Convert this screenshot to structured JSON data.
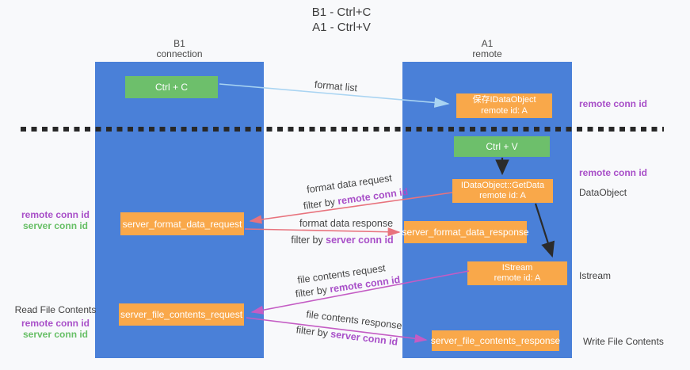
{
  "title": {
    "line1": "B1 - Ctrl+C",
    "line2": "A1 - Ctrl+V"
  },
  "lanes": {
    "b1": {
      "name": "B1",
      "subtitle": "connection"
    },
    "a1": {
      "name": "A1",
      "subtitle": "remote"
    }
  },
  "nodes": {
    "ctrl_c": {
      "label": "Ctrl + C"
    },
    "save_dataobject": {
      "line1": "保存IDataObject",
      "line2": "remote id: A"
    },
    "ctrl_v": {
      "label": "Ctrl + V"
    },
    "getdata": {
      "line1": "IDataObject::GetData",
      "line2": "remote id: A"
    },
    "format_request": {
      "label": "server_format_data_request"
    },
    "format_response": {
      "label": "server_format_data_response"
    },
    "istream": {
      "line1": "IStream",
      "line2": "remote id: A"
    },
    "file_request": {
      "label": "server_file_contents_request"
    },
    "file_response": {
      "label": "server_file_contents_response"
    }
  },
  "flow": {
    "format_list": {
      "label": "format list"
    },
    "format_request": {
      "label": "format data request",
      "filter": "filter by ",
      "key": "remote conn id"
    },
    "format_response": {
      "label": "format data response",
      "filter": "filter by ",
      "key": "server conn id"
    },
    "file_request": {
      "label": "file contents request",
      "filter": "filter by ",
      "key": "remote conn id"
    },
    "file_response": {
      "label": "file contents response",
      "filter": "filter by ",
      "key": "server conn id"
    }
  },
  "left_labels": {
    "remote_conn_1": "remote conn id",
    "server_conn_1": "server conn id",
    "read_file": "Read File Contents",
    "remote_conn_2": "remote conn id",
    "server_conn_2": "server conn id"
  },
  "right_labels": {
    "remote_conn_1": "remote conn id",
    "remote_conn_2": "remote conn id",
    "dataobject": "DataObject",
    "istream": "Istream",
    "write_file": "Write File Contents"
  },
  "colors": {
    "lane_blue": "#4a80d8",
    "node_green": "#6dbf6b",
    "node_orange": "#f9a84a",
    "arrow_light_blue": "#a9d4f2",
    "arrow_salmon": "#e8737d",
    "arrow_magenta": "#c45cc4",
    "arrow_black": "#2b2b2b",
    "text_purple": "#a84fc8",
    "text_green": "#67bf66",
    "divider_black": "#282828"
  }
}
